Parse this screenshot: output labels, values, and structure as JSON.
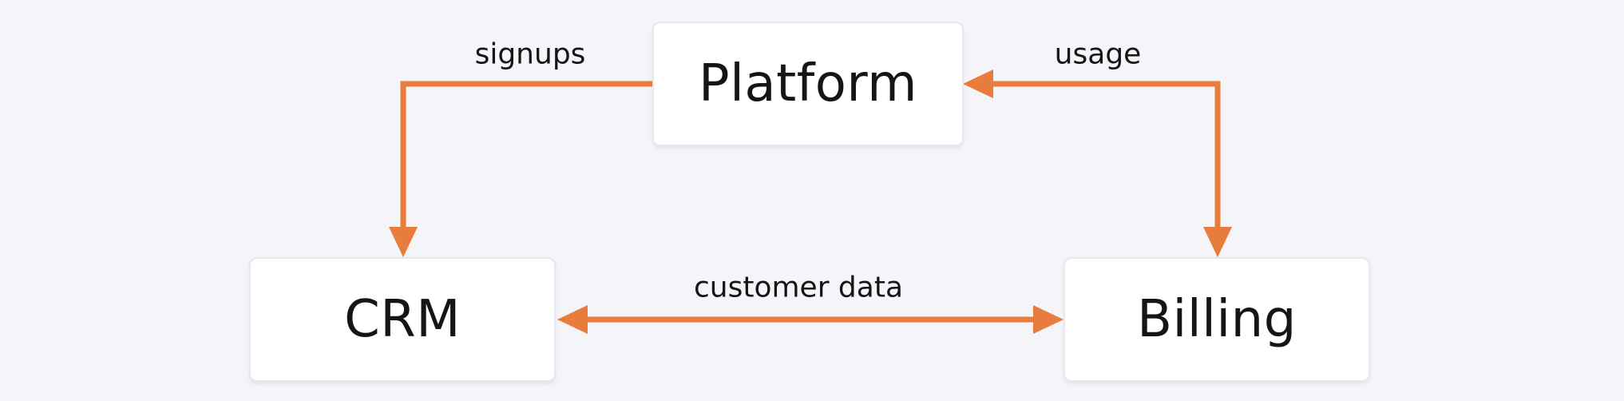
{
  "diagram": {
    "background_color": "#f4f4f9",
    "accent_color": "#e87c3c",
    "node_fill_color": "#ffffff",
    "node_border_color": "#e7e7f0",
    "text_color": "#151515",
    "nodes": [
      {
        "id": "platform",
        "label": "Platform"
      },
      {
        "id": "crm",
        "label": "CRM"
      },
      {
        "id": "billing",
        "label": "Billing"
      }
    ],
    "edges": [
      {
        "id": "signups",
        "label": "signups",
        "from": "platform",
        "to": "crm",
        "direction": "one-way",
        "style": "elbow"
      },
      {
        "id": "usage",
        "label": "usage",
        "from": "billing",
        "to": "platform",
        "direction": "two-way",
        "style": "elbow"
      },
      {
        "id": "customer-data",
        "label": "customer data",
        "from": "crm",
        "to": "billing",
        "direction": "two-way",
        "style": "straight"
      }
    ]
  }
}
